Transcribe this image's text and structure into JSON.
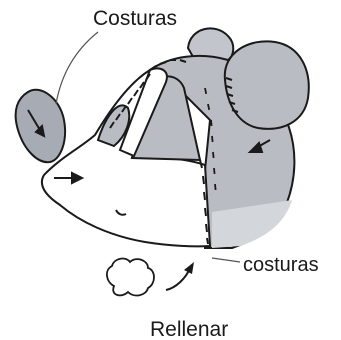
{
  "labels": {
    "stitches_top": "Costuras",
    "stitches_bottom": "costuras",
    "stuffing": "Rellenar"
  },
  "colors": {
    "fabric_gray": "#b9bcc3",
    "fabric_light": "#d3d6db",
    "ink": "#1a1a1a"
  },
  "icons": {
    "arrows": "arrow-icon",
    "stuffing": "cloud-icon"
  }
}
